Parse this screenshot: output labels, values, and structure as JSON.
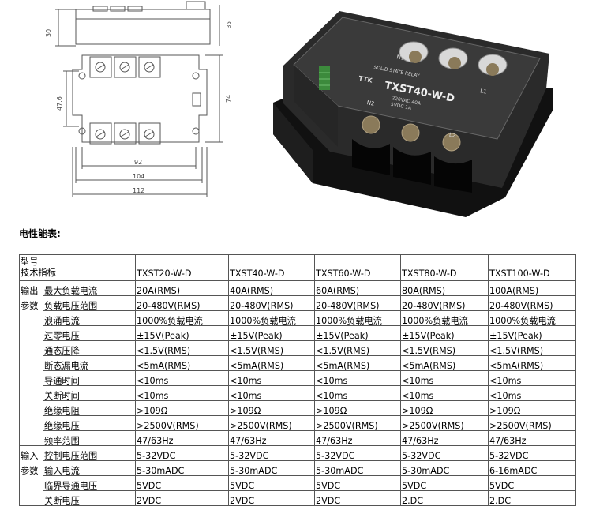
{
  "drawing": {
    "dim_height": "30",
    "dim_height_right": "35",
    "dim_terminal_pitch": "47.6",
    "dim_total_height": "74",
    "dim_hole_pitch": "92",
    "dim_base_width": "104",
    "dim_total_width": "112"
  },
  "photo": {
    "model_text": "TXST40-W-D",
    "label_line": "SOLID STATE RELAY",
    "spec_line_1": "220VAC 40A",
    "spec_line_2": "5VDC 1A",
    "terminal_n1": "N1",
    "terminal_l1": "L1",
    "terminal_n2": "N2",
    "terminal_l2": "L2",
    "brand": "TTK"
  },
  "section_title": "电性能表:",
  "table": {
    "header_left_line1": "型号",
    "header_left_line2": "技术指标",
    "models": [
      "TXST20-W-D",
      "TXST40-W-D",
      "TXST60-W-D",
      "TXST80-W-D",
      "TXST100-W-D"
    ],
    "groups": [
      {
        "label": "输出参数",
        "rows": [
          {
            "param": "最大负载电流",
            "values": [
              "20A(RMS)",
              "40A(RMS)",
              "60A(RMS)",
              "80A(RMS)",
              "100A(RMS)"
            ]
          },
          {
            "param": "负载电压范围",
            "values": [
              "20-480V(RMS)",
              "20-480V(RMS)",
              "20-480V(RMS)",
              "20-480V(RMS)",
              "20-480V(RMS)"
            ]
          },
          {
            "param": "浪涌电流",
            "values": [
              "1000%负载电流",
              "1000%负载电流",
              "1000%负载电流",
              "1000%负载电流",
              "1000%负载电流"
            ]
          },
          {
            "param": "过零电压",
            "values": [
              "±15V(Peak)",
              "±15V(Peak)",
              "±15V(Peak)",
              "±15V(Peak)",
              "±15V(Peak)"
            ]
          },
          {
            "param": "通态压降",
            "values": [
              "<1.5V(RMS)",
              "<1.5V(RMS)",
              "<1.5V(RMS)",
              "<1.5V(RMS)",
              "<1.5V(RMS)"
            ]
          },
          {
            "param": "断态漏电流",
            "values": [
              "<5mA(RMS)",
              "<5mA(RMS)",
              "<5mA(RMS)",
              "<5mA(RMS)",
              "<5mA(RMS)"
            ]
          },
          {
            "param": "导通时间",
            "values": [
              "<10ms",
              "<10ms",
              "<10ms",
              "<10ms",
              "<10ms"
            ]
          },
          {
            "param": "关断时间",
            "values": [
              "<10ms",
              "<10ms",
              "<10ms",
              "<10ms",
              "<10ms"
            ]
          },
          {
            "param": "绝缘电阻",
            "values": [
              ">109Ω",
              ">109Ω",
              ">109Ω",
              ">109Ω",
              ">109Ω"
            ]
          },
          {
            "param": "绝缘电压",
            "values": [
              ">2500V(RMS)",
              ">2500V(RMS)",
              ">2500V(RMS)",
              ">2500V(RMS)",
              ">2500V(RMS)"
            ]
          },
          {
            "param": "频率范围",
            "values": [
              "47/63Hz",
              "47/63Hz",
              "47/63Hz",
              "47/63Hz",
              "47/63Hz"
            ]
          }
        ]
      },
      {
        "label": "输入参数",
        "rows": [
          {
            "param": "控制电压范围",
            "values": [
              "5-32VDC",
              "5-32VDC",
              "5-32VDC",
              "5-32VDC",
              "5-32VDC"
            ]
          },
          {
            "param": "输入电流",
            "values": [
              "5-30mADC",
              "5-30mADC",
              "5-30mADC",
              "5-30mADC",
              "6-16mADC"
            ]
          },
          {
            "param": "临界导通电压",
            "values": [
              "5VDC",
              "5VDC",
              "5VDC",
              "5VDC",
              "5VDC"
            ]
          },
          {
            "param": "关断电压",
            "values": [
              "2VDC",
              "2VDC",
              "2VDC",
              "2.DC",
              "2.DC"
            ]
          }
        ]
      }
    ]
  }
}
